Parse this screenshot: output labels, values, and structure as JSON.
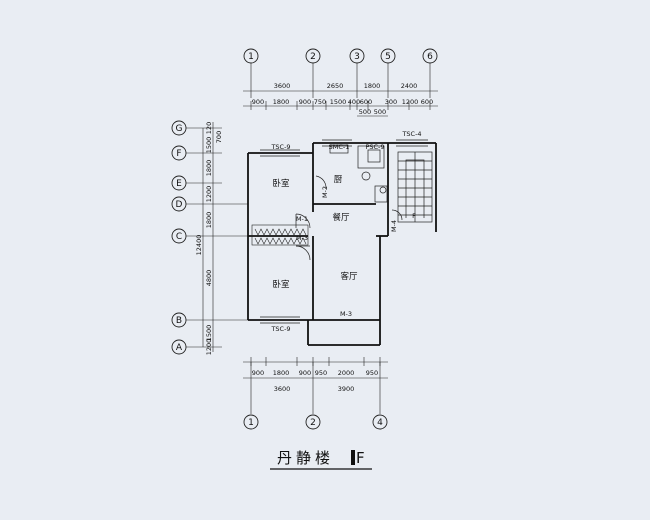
{
  "axes": {
    "top": [
      {
        "label": "1"
      },
      {
        "label": "2"
      },
      {
        "label": "3"
      },
      {
        "label": "5"
      },
      {
        "label": "6"
      }
    ],
    "bottom": [
      {
        "label": "1"
      },
      {
        "label": "2"
      },
      {
        "label": "4"
      }
    ],
    "left": [
      {
        "label": "G"
      },
      {
        "label": "F"
      },
      {
        "label": "E"
      },
      {
        "label": "D"
      },
      {
        "label": "C"
      },
      {
        "label": "B"
      },
      {
        "label": "A"
      }
    ]
  },
  "dimensions": {
    "top_overall": [
      "3600",
      "2650",
      "1800",
      "2400"
    ],
    "top_detail": [
      "900",
      "1800",
      "900",
      "750",
      "1500",
      "400",
      "600",
      "300",
      "1200",
      "600"
    ],
    "top_small": [
      "500",
      "500"
    ],
    "bottom_detail": [
      "900",
      "1800",
      "900",
      "950",
      "2000",
      "950"
    ],
    "bottom_overall": [
      "3600",
      "3900"
    ],
    "left_detail": [
      "120",
      "700",
      "1500",
      "1800",
      "1200",
      "1800",
      "4800",
      "1500",
      "1200"
    ],
    "left_overall": [
      "12400"
    ]
  },
  "rooms": {
    "bedroom_upper": "卧室",
    "kitchen": "厨",
    "dining": "餐厅",
    "bedroom_lower": "卧室",
    "living": "客厅"
  },
  "labels": {
    "tsc9_top": "TSC-9",
    "smc1": "SMC-1",
    "psc9": "PSC-9",
    "tsc4": "TSC-4",
    "m1": "M-1",
    "m3_mid": "M-3",
    "m3_bottom": "M-3",
    "tsc9_bottom": "TSC-9",
    "m2": "M-2",
    "m4": "M-4",
    "stair_f": "F"
  },
  "title": "丹静楼",
  "title_suffix": "F"
}
